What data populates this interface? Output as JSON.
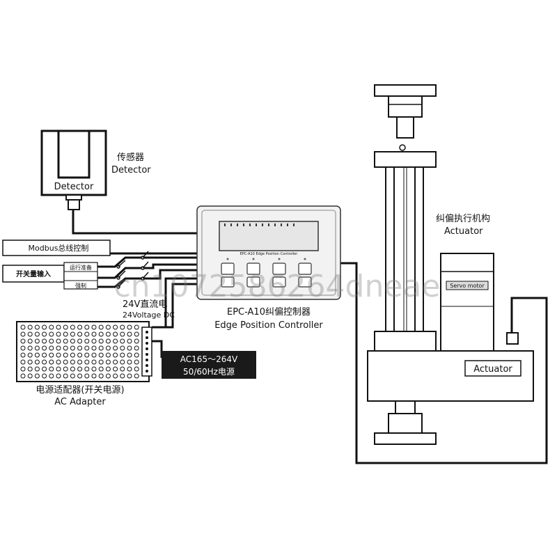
{
  "detector": {
    "label_cn": "传感器",
    "label_en": "Detector",
    "box_label": "Detector"
  },
  "controller": {
    "screen_label": "EPC-A10  Edge Position Controller",
    "label_cn": "EPC-A10纠偏控制器",
    "label_en": "Edge Position Controller"
  },
  "modbus": {
    "label": "Modbus总线控制"
  },
  "switch_input": {
    "label": "开关量输入",
    "items": [
      "运行准备",
      "强制"
    ]
  },
  "dc_supply": {
    "label_cn": "24V直流电",
    "label_en": "24Voltage DC"
  },
  "adapter": {
    "label_cn": "电源适配器(开关电源)",
    "label_en": "AC Adapter"
  },
  "ac_input": {
    "line1": "AC165～264V",
    "line2": "50/60Hz电源"
  },
  "actuator": {
    "label_cn": "纠偏执行机构",
    "label_en": "Actuator",
    "box_label": "Actuator",
    "motor_label": "Servo motor"
  },
  "watermark": {
    "text": "cn1072586264dneae"
  }
}
